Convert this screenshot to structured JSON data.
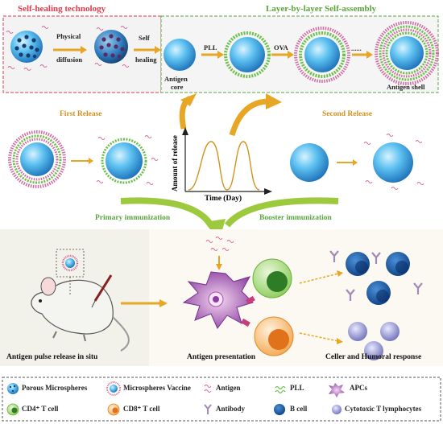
{
  "top": {
    "self_healing_title": "Self-healing technology",
    "lbl_assembly_title": "Layer-by-layer Self-assembly",
    "physical": "Physical",
    "diffusion": "diffusion",
    "self": "Self",
    "healing": "healing",
    "antigen": "Antigen",
    "core": "core",
    "pll": "PLL",
    "ova": "OVA",
    "dots": "......",
    "antigen_shell": "Antigen shell"
  },
  "release": {
    "first": "First Release",
    "second": "Second Release",
    "ylabel": "Amount of release",
    "xlabel": "Time (Day)"
  },
  "immunization": {
    "primary": "Primary immunization",
    "booster": "Booster immunization"
  },
  "bottom": {
    "pulse": "Antigen pulse release in situ",
    "presentation": "Antigen presentation",
    "response": "Celler and Humoral response"
  },
  "legend": {
    "items": [
      {
        "label": "Porous Microspheres",
        "icon": "porous-microsphere-icon"
      },
      {
        "label": "Microspheres Vaccine",
        "icon": "microsphere-vaccine-icon"
      },
      {
        "label": "Antigen",
        "icon": "antigen-icon"
      },
      {
        "label": "PLL",
        "icon": "pll-icon"
      },
      {
        "label": "APCs",
        "icon": "apc-icon"
      },
      {
        "label": "CD4⁺ T cell",
        "icon": "cd4-cell-icon"
      },
      {
        "label": "CD8⁺ T cell",
        "icon": "cd8-cell-icon"
      },
      {
        "label": "Antibody",
        "icon": "antibody-icon"
      },
      {
        "label": "B cell",
        "icon": "b-cell-icon"
      },
      {
        "label": "Cytotoxic T lymphocytes",
        "icon": "ctl-icon"
      }
    ]
  },
  "colors": {
    "red_title": "#e0394a",
    "green_title": "#5aa63c",
    "orange_text": "#d4901e",
    "arrow_orange": "#e7a623",
    "arrow_green": "#9cc93e",
    "sphere_blue": "#3aa0e0",
    "pll_green": "#6cc04a",
    "antigen_pink": "#d06aa0"
  }
}
